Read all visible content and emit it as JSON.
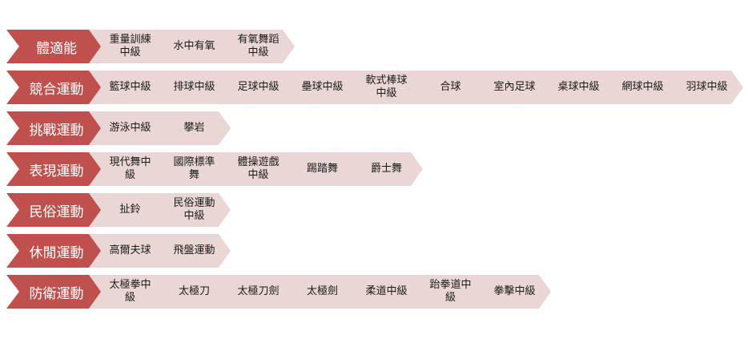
{
  "rows": [
    {
      "category": "體適能",
      "items": [
        "重量訓練中級",
        "水中有氧",
        "有氧舞蹈中級"
      ]
    },
    {
      "category": "競合運動",
      "items": [
        "籃球中級",
        "排球中級",
        "足球中級",
        "壘球中級",
        "軟式棒球中級",
        "合球",
        "室內足球",
        "桌球中級",
        "網球中級",
        "羽球中級"
      ]
    },
    {
      "category": "挑戰運動",
      "items": [
        "游泳中級",
        "攀岩"
      ]
    },
    {
      "category": "表現運動",
      "items": [
        "現代舞中級",
        "國際標準舞",
        "體操遊戲中級",
        "踢踏舞",
        "爵士舞"
      ]
    },
    {
      "category": "民俗運動",
      "items": [
        "扯鈴",
        "民俗運動中級"
      ]
    },
    {
      "category": "休閒運動",
      "items": [
        "高爾夫球",
        "飛盤運動"
      ]
    },
    {
      "category": "防衛運動",
      "items": [
        "太極拳中級",
        "太極刀",
        "太極刀劍",
        "太極劍",
        "柔道中級",
        "跆拳道中級",
        "拳擊中級"
      ]
    }
  ]
}
